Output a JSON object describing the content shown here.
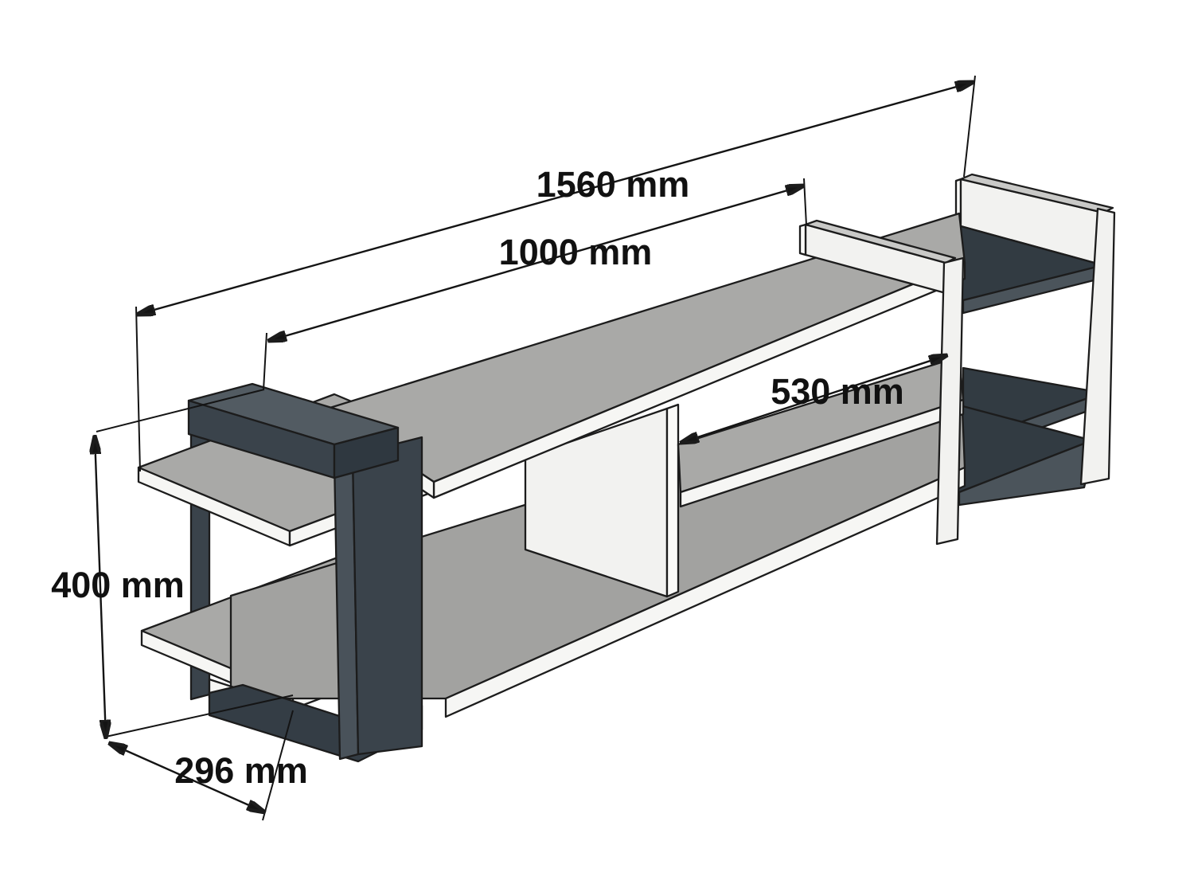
{
  "diagram": {
    "type": "furniture-dimension-drawing",
    "subject": "TV stand isometric diagram",
    "unit": "mm",
    "dimensions": {
      "total_width": {
        "label": "1560 mm",
        "value": 1560
      },
      "bench_width": {
        "label": "1000 mm",
        "value": 1000
      },
      "compartment_width": {
        "label": "530 mm",
        "value": 530
      },
      "side_frame_height": {
        "label": "400 mm",
        "value": 400
      },
      "depth": {
        "label": "296 mm",
        "value": 296
      }
    },
    "colors": {
      "background": "#ffffff",
      "shelf_gray": "#a9a9a7",
      "white_face": "#f2f2f0",
      "edge_light": "#f6f6f4",
      "top_strip": "#c9c9c7",
      "dark_frame": "#3a434b",
      "dark_shelf": "#323b42",
      "dark_band": "#4b545b",
      "outline": "#1c1c1c",
      "label_color": "#111111"
    }
  }
}
